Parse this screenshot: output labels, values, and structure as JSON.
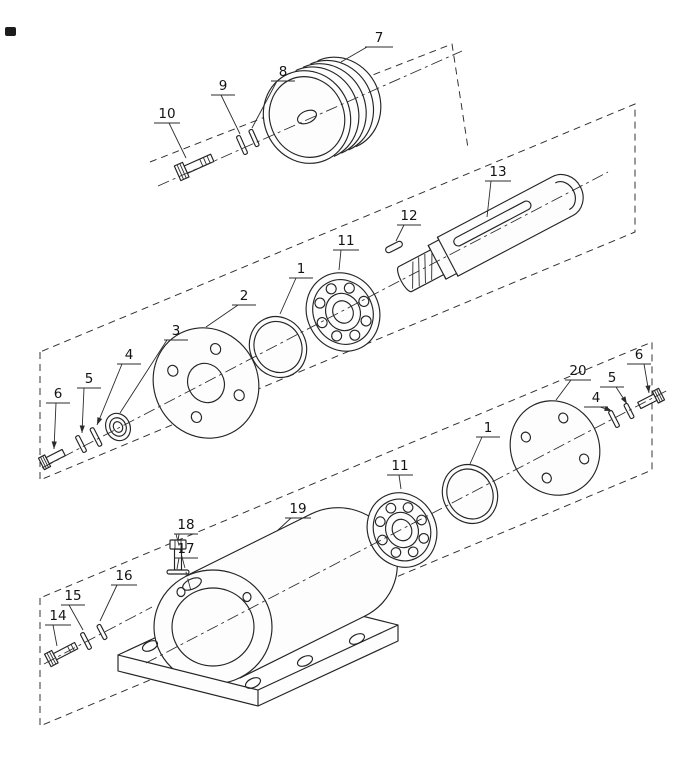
{
  "figure": {
    "type": "exploded-view-technical-drawing",
    "background": "#ffffff",
    "line_color": "#242424",
    "callouts": [
      {
        "num": "7"
      },
      {
        "num": "8"
      },
      {
        "num": "9"
      },
      {
        "num": "10"
      },
      {
        "num": "13"
      },
      {
        "num": "12"
      },
      {
        "num": "11"
      },
      {
        "num": "1"
      },
      {
        "num": "2"
      },
      {
        "num": "3"
      },
      {
        "num": "4"
      },
      {
        "num": "5"
      },
      {
        "num": "6"
      },
      {
        "num": "6"
      },
      {
        "num": "5"
      },
      {
        "num": "4"
      },
      {
        "num": "20"
      },
      {
        "num": "1"
      },
      {
        "num": "11"
      },
      {
        "num": "19"
      },
      {
        "num": "18"
      },
      {
        "num": "17"
      },
      {
        "num": "16"
      },
      {
        "num": "15"
      },
      {
        "num": "14"
      }
    ]
  }
}
